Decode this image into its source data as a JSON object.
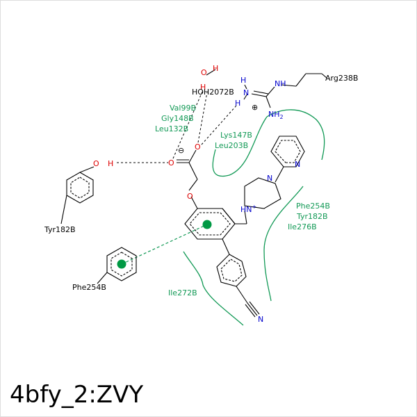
{
  "title": "4bfy_2:ZVY",
  "colors": {
    "bond": "#000000",
    "oxygen": "#dd0000",
    "nitrogen": "#0000cc",
    "hydrophobic": "#119955",
    "label": "#000000",
    "background": "#ffffff"
  },
  "residues": {
    "hoh": "HOH2072B",
    "arg": "Arg238B",
    "tyr": "Tyr182B",
    "phe": "Phe254B"
  },
  "hydrophobic_groups": {
    "g1": [
      "Val99B",
      "Gly148B",
      "Leu132B"
    ],
    "g2": [
      "Lys147B",
      "Leu203B"
    ],
    "g3": [
      "Phe254B",
      "Tyr182B",
      "Ile276B"
    ],
    "g4": [
      "Ile272B"
    ]
  },
  "atoms": {
    "o": "O",
    "h": "H",
    "n": "N",
    "nh": "NH",
    "nh2": "NH",
    "sub2": "2",
    "hn_plus": "HN",
    "plus": "+",
    "charge_plus": "⊕",
    "charge_minus": "⊖"
  }
}
